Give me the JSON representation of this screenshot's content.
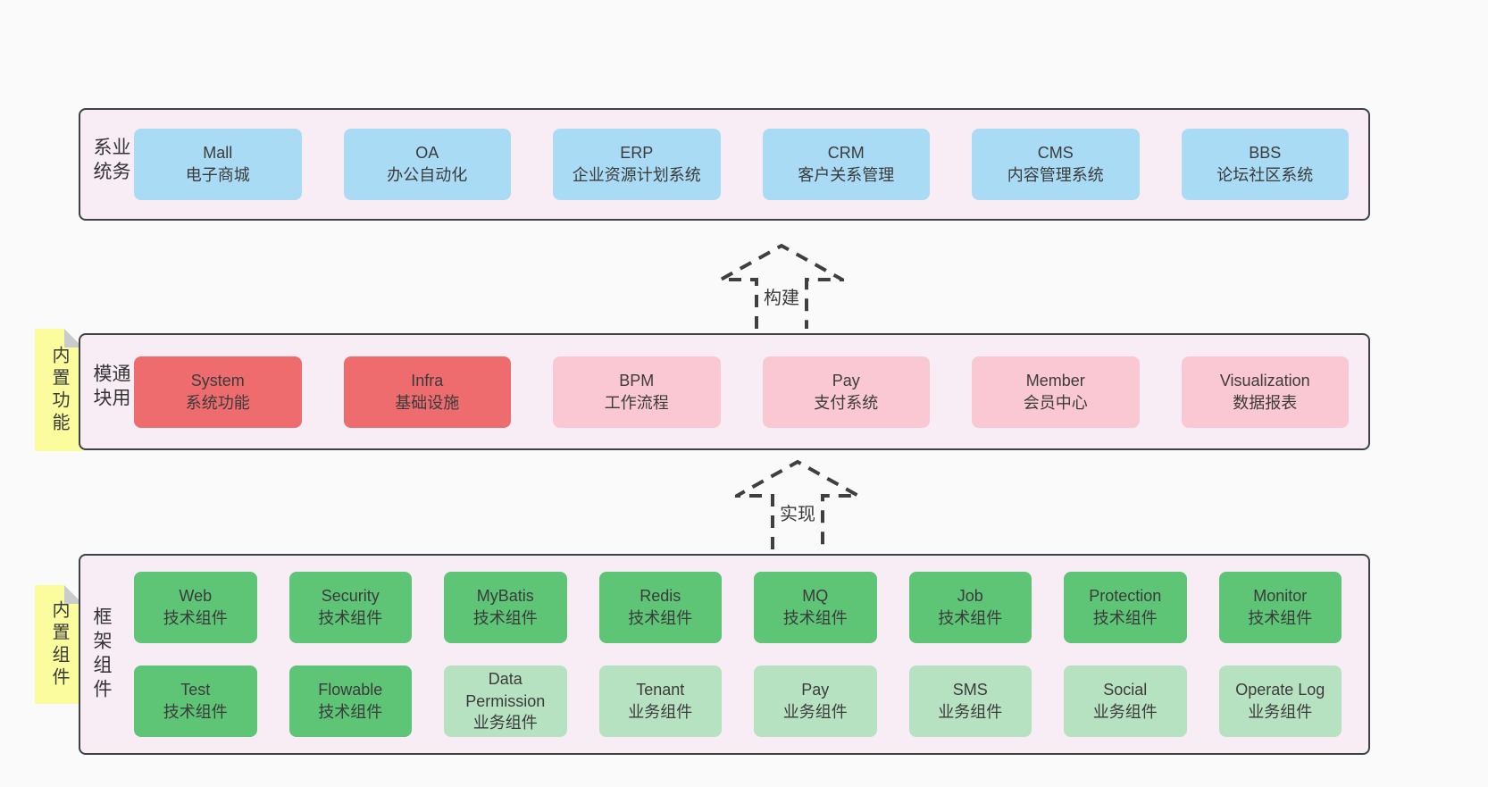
{
  "colors": {
    "page_bg": "#fafafa",
    "layer_bg": "#f8edf5",
    "border": "#3f4245",
    "blue": "#a9dbf5",
    "red": "#ee6b6e",
    "pink": "#f9c8d2",
    "green": "#5ec476",
    "lightgreen": "#b7e2c2",
    "sticky_yellow": "#fbfc9d",
    "sticky_fold": "#c9cbcd",
    "text": "#3b3b3b"
  },
  "layers": {
    "business": {
      "side_label": "业务系统",
      "boxes": [
        {
          "en": "Mall",
          "zh": "电子商城",
          "variant": "blue"
        },
        {
          "en": "OA",
          "zh": "办公自动化",
          "variant": "blue"
        },
        {
          "en": "ERP",
          "zh": "企业资源计划系统",
          "variant": "blue"
        },
        {
          "en": "CRM",
          "zh": "客户关系管理",
          "variant": "blue"
        },
        {
          "en": "CMS",
          "zh": "内容管理系统",
          "variant": "blue"
        },
        {
          "en": "BBS",
          "zh": "论坛社区系统",
          "variant": "blue"
        }
      ]
    },
    "modules": {
      "sticky_label": "内置功能",
      "side_label": "通用模块",
      "boxes": [
        {
          "en": "System",
          "zh": "系统功能",
          "variant": "red"
        },
        {
          "en": "Infra",
          "zh": "基础设施",
          "variant": "red"
        },
        {
          "en": "BPM",
          "zh": "工作流程",
          "variant": "pink"
        },
        {
          "en": "Pay",
          "zh": "支付系统",
          "variant": "pink"
        },
        {
          "en": "Member",
          "zh": "会员中心",
          "variant": "pink"
        },
        {
          "en": "Visualization",
          "zh": "数据报表",
          "variant": "pink"
        }
      ]
    },
    "components": {
      "sticky_label": "内置组件",
      "side_label": "框架组件",
      "rows": [
        [
          {
            "en": "Web",
            "zh": "技术组件",
            "variant": "green"
          },
          {
            "en": "Security",
            "zh": "技术组件",
            "variant": "green"
          },
          {
            "en": "MyBatis",
            "zh": "技术组件",
            "variant": "green"
          },
          {
            "en": "Redis",
            "zh": "技术组件",
            "variant": "green"
          },
          {
            "en": "MQ",
            "zh": "技术组件",
            "variant": "green"
          },
          {
            "en": "Job",
            "zh": "技术组件",
            "variant": "green"
          },
          {
            "en": "Protection",
            "zh": "技术组件",
            "variant": "green"
          },
          {
            "en": "Monitor",
            "zh": "技术组件",
            "variant": "green"
          }
        ],
        [
          {
            "en": "Test",
            "zh": "技术组件",
            "variant": "green"
          },
          {
            "en": "Flowable",
            "zh": "技术组件",
            "variant": "green"
          },
          {
            "en": "Data Permission",
            "zh": "业务组件",
            "variant": "lightgreen"
          },
          {
            "en": "Tenant",
            "zh": "业务组件",
            "variant": "lightgreen"
          },
          {
            "en": "Pay",
            "zh": "业务组件",
            "variant": "lightgreen"
          },
          {
            "en": "SMS",
            "zh": "业务组件",
            "variant": "lightgreen"
          },
          {
            "en": "Social",
            "zh": "业务组件",
            "variant": "lightgreen"
          },
          {
            "en": "Operate Log",
            "zh": "业务组件",
            "variant": "lightgreen"
          }
        ]
      ]
    }
  },
  "arrows": [
    {
      "label": "构建"
    },
    {
      "label": "实现"
    }
  ]
}
